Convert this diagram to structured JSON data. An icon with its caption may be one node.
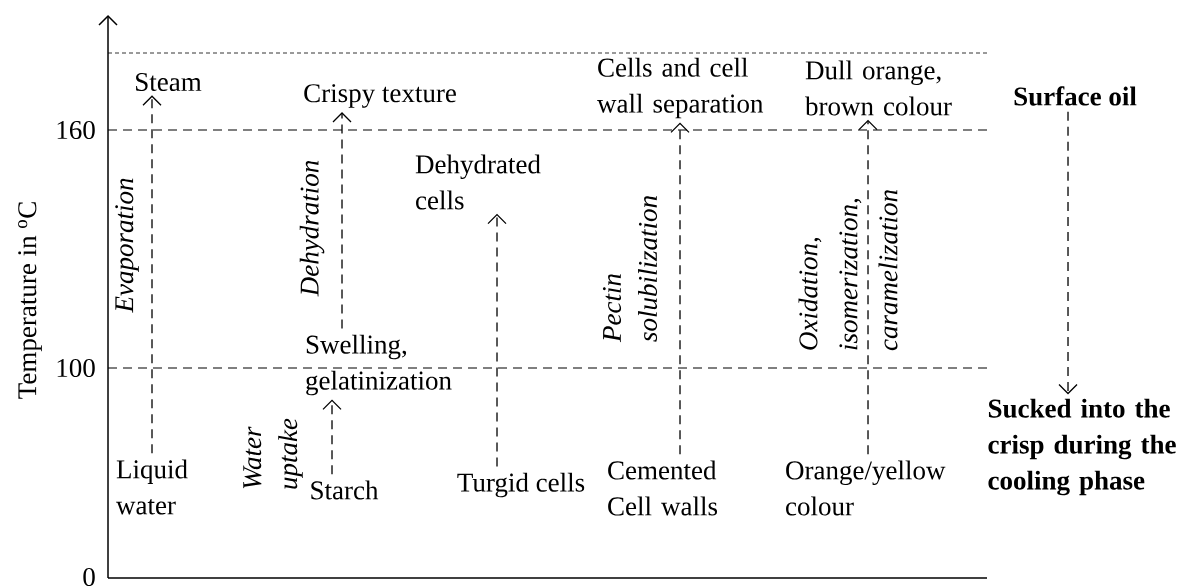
{
  "diagram": {
    "nodes": [
      {
        "text": [
          "Steam"
        ]
      },
      {
        "text": [
          "Crispy texture"
        ]
      },
      {
        "text": [
          "Dehydrated cells"
        ]
      },
      {
        "text": [
          "Cells and cell wall separation"
        ]
      },
      {
        "text": [
          "Dull orange, brown colour"
        ]
      },
      {
        "text": [
          "Surface oil"
        ]
      },
      {
        "text": [
          "Swelling, gelatinization"
        ]
      },
      {
        "text": [
          "Liquid water"
        ]
      },
      {
        "text": [
          "Starch"
        ]
      },
      {
        "text": [
          "Turgid cells"
        ]
      },
      {
        "text": [
          "Cemented Cell walls"
        ]
      },
      {
        "text": [
          "Orange/yellow colour"
        ]
      },
      {
        "text": [
          "Sucked into the crisp during the cooling phase"
        ]
      }
    ],
    "edges": [
      {
        "from": 7,
        "to": 0,
        "arrow": "to",
        "style": "dashed",
        "label": "Evaporation"
      },
      {
        "from": 6,
        "to": 1,
        "arrow": "to",
        "style": "dashed",
        "label": "Dehydration"
      },
      {
        "from": 8,
        "to": 6,
        "arrow": "to",
        "style": "dashed",
        "label": "Water uptake"
      },
      {
        "from": 9,
        "to": 2,
        "arrow": "to",
        "style": "dashed"
      },
      {
        "from": 10,
        "to": 3,
        "arrow": "to",
        "style": "dashed",
        "label": "Pectin solubilization"
      },
      {
        "from": 11,
        "to": 4,
        "arrow": "to",
        "style": "dashed",
        "label": "Oxidation, isomerization, caramelization"
      },
      {
        "from": 5,
        "to": 12,
        "arrow": "to",
        "style": "dashed"
      }
    ],
    "labels": [
      "Temperature in $^{o}$C",
      "160",
      "100",
      "0"
    ]
  }
}
